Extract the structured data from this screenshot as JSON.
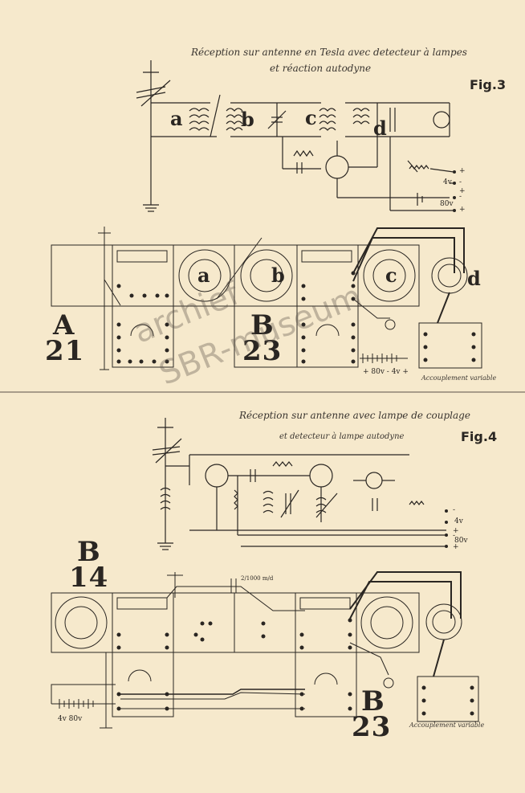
{
  "figure3": {
    "title_line1": "Réception sur antenne en Tesla avec detecteur à lampes",
    "title_line2": "et réaction autodyne",
    "fig_label": "Fig.3",
    "coil_labels": [
      "a",
      "b",
      "c",
      "d"
    ],
    "supply_labels": [
      "4v",
      "80v"
    ],
    "terminal_signs": [
      "+",
      "-",
      "+",
      "-",
      "+"
    ],
    "panel_labels": {
      "a": "a",
      "b": "b",
      "c": "c",
      "d": "d"
    },
    "panel_code_left": "A",
    "panel_num_left": "21",
    "panel_code_right": "B",
    "panel_num_right": "23",
    "bottom_supply": "+ 80v  - 4v +",
    "coupling_label": "Accouplement variable"
  },
  "watermark": {
    "line1": "archief",
    "line2": "SBR-museum"
  },
  "figure4": {
    "title_line1": "Réception sur antenne avec lampe de couplage",
    "title_line2": "et detecteur à lampe autodyne",
    "fig_label": "Fig.4",
    "supply_labels": [
      "4v",
      "80v"
    ],
    "terminal_signs": [
      "-",
      "+",
      "-",
      "+"
    ],
    "capacitor_label": "2/1000 m/d",
    "panel_code_left": "B",
    "panel_num_left": "14",
    "panel_code_right": "B",
    "panel_num_right": "23",
    "left_supply": "4v  80v",
    "coupling_label": "Accouplement variable"
  }
}
